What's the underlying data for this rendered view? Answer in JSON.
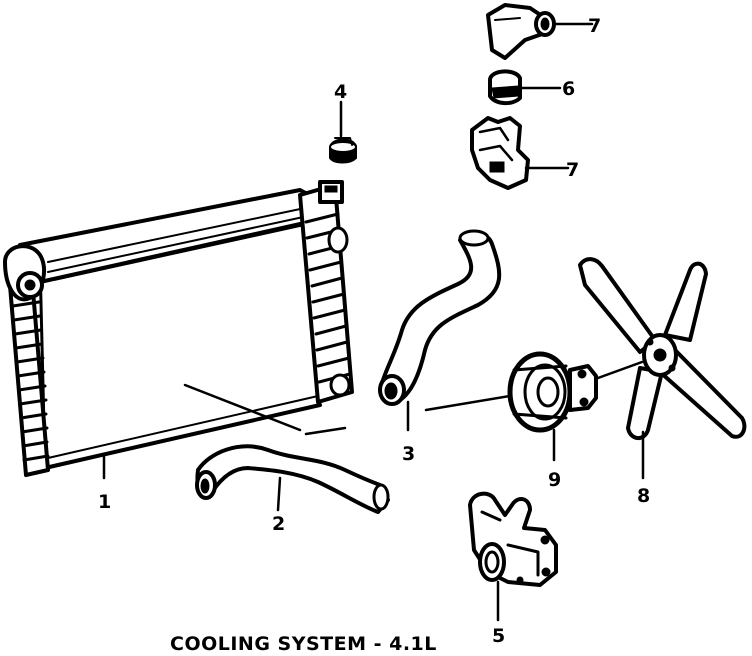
{
  "caption": "COOLING SYSTEM - 4.1L",
  "callouts": [
    {
      "id": "1",
      "label": "1"
    },
    {
      "id": "2",
      "label": "2"
    },
    {
      "id": "3",
      "label": "3"
    },
    {
      "id": "4",
      "label": "4"
    },
    {
      "id": "5",
      "label": "5"
    },
    {
      "id": "6",
      "label": "6"
    },
    {
      "id": "7a",
      "label": "7"
    },
    {
      "id": "7b",
      "label": "7"
    },
    {
      "id": "8",
      "label": "8"
    },
    {
      "id": "9",
      "label": "9"
    }
  ]
}
